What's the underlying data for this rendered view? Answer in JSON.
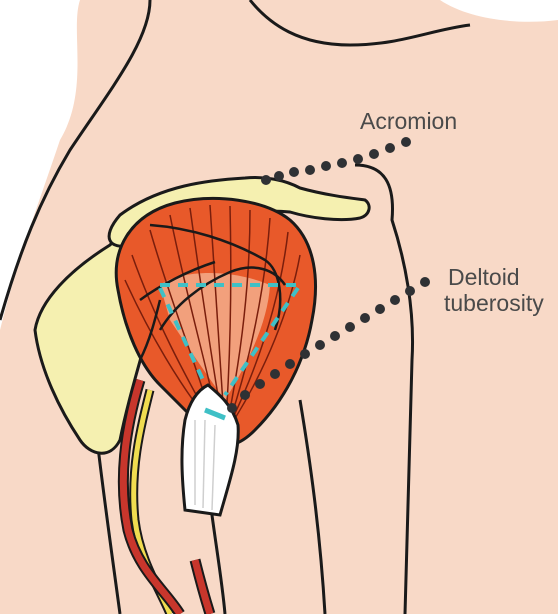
{
  "labels": {
    "acromion": "Acromion",
    "deltoid_line1": "Deltoid",
    "deltoid_line2": "tuberosity"
  },
  "colors": {
    "skin": "#f8d9c7",
    "outline": "#1a1a1a",
    "bone": "#f5f0b0",
    "muscle": "#e8592a",
    "muscle_light": "#f2a07c",
    "tendon": "#ffffff",
    "insertion_accent": "#3fc0c6",
    "artery": "#c8362c",
    "nerve": "#f0dc50",
    "leader_dots": "#2f3134",
    "label_text": "#4a4a4a"
  },
  "icons": [
    "dotted-leader-line"
  ]
}
